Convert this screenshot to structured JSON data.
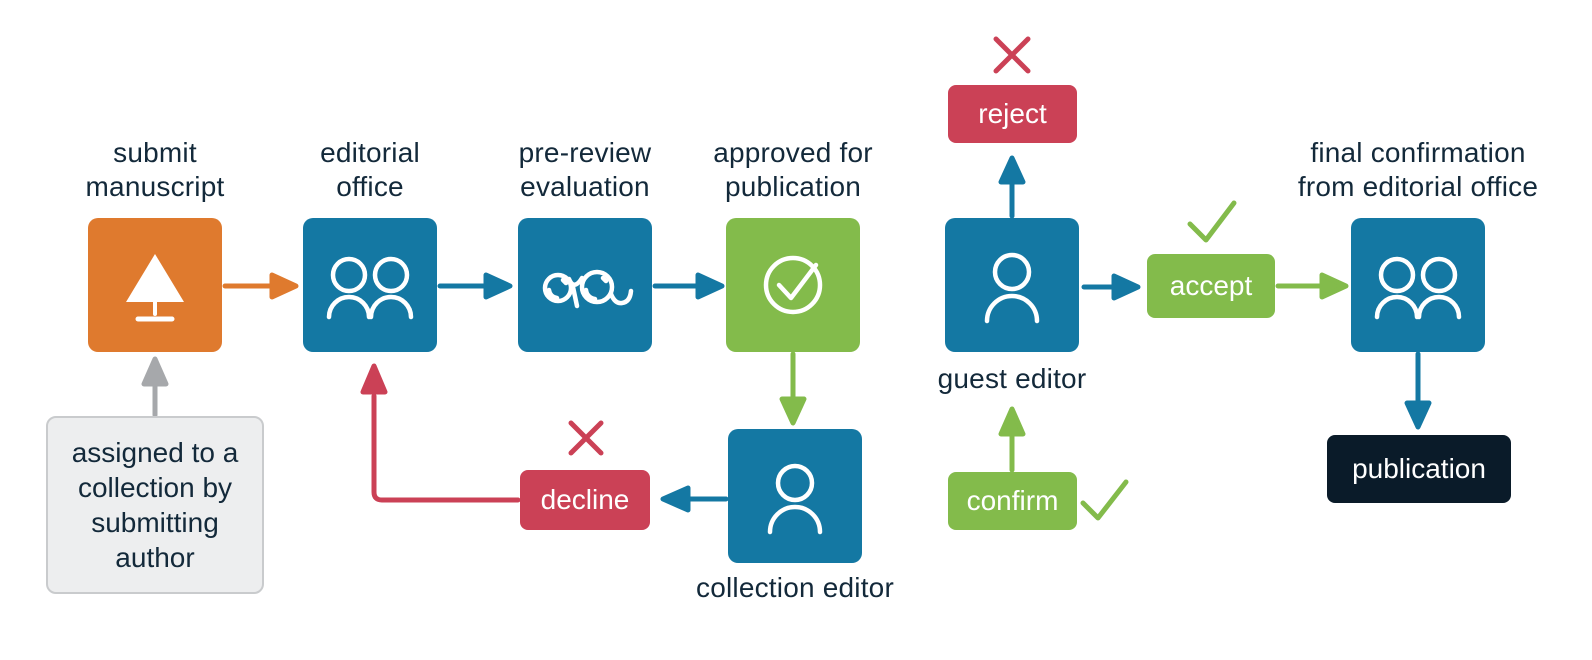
{
  "colors": {
    "orange": "#DF7A2E",
    "blue": "#1478A3",
    "green": "#83BB4B",
    "red": "#CB4156",
    "dark": "#0A1B29",
    "gray": "#A6A8AB",
    "note_bg": "#EDEEEF",
    "note_border": "#C9CBCD",
    "text": "#13293A"
  },
  "nodes": {
    "submit": {
      "label": "submit manuscript",
      "icon": "upload-icon"
    },
    "editorial": {
      "label": "editorial office",
      "icon": "two-people-icon"
    },
    "prereview": {
      "label": "pre-review evaluation",
      "icon": "glasses-icon"
    },
    "approved": {
      "label": "approved for publication",
      "icon": "check-circle-icon"
    },
    "guest": {
      "label": "guest editor",
      "icon": "person-icon"
    },
    "final": {
      "label": "final confirmation from editorial office",
      "icon": "two-people-icon"
    },
    "collection": {
      "label": "collection editor",
      "icon": "person-icon"
    }
  },
  "actions": {
    "reject": "reject",
    "accept": "accept",
    "confirm": "confirm",
    "decline": "decline",
    "publication": "publication"
  },
  "note": "assigned to a collection by submitting author",
  "edges": [
    {
      "from": "submit manuscript",
      "to": "editorial office",
      "color": "orange"
    },
    {
      "from": "editorial office",
      "to": "pre-review evaluation",
      "color": "blue"
    },
    {
      "from": "pre-review evaluation",
      "to": "approved for publication",
      "color": "blue"
    },
    {
      "from": "approved for publication",
      "to": "collection editor",
      "color": "green"
    },
    {
      "from": "collection editor",
      "to": "decline",
      "color": "blue"
    },
    {
      "from": "decline",
      "to": "editorial office",
      "color": "red"
    },
    {
      "from": "collection editor",
      "to": "confirm",
      "color": "blue"
    },
    {
      "from": "confirm",
      "to": "guest editor",
      "color": "green"
    },
    {
      "from": "guest editor",
      "to": "reject",
      "color": "blue"
    },
    {
      "from": "guest editor",
      "to": "accept",
      "color": "blue"
    },
    {
      "from": "accept",
      "to": "final confirmation from editorial office",
      "color": "green"
    },
    {
      "from": "final confirmation from editorial office",
      "to": "publication",
      "color": "blue"
    },
    {
      "from": "assigned to a collection by submitting author",
      "to": "submit manuscript",
      "color": "gray"
    }
  ]
}
